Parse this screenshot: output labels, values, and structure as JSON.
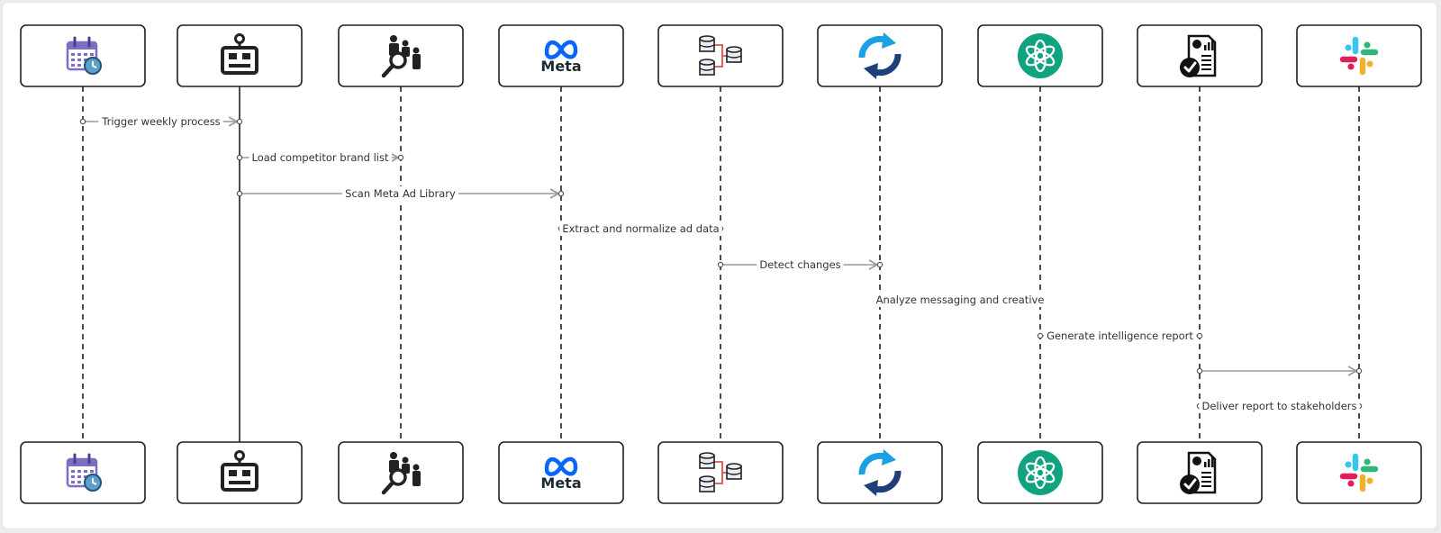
{
  "diagram": {
    "type": "sequence",
    "participants": [
      {
        "icon": "calendar-clock-icon"
      },
      {
        "icon": "robot-icon"
      },
      {
        "icon": "competitor-research-icon"
      },
      {
        "icon": "meta-logo",
        "logo_text": "Meta"
      },
      {
        "icon": "database-network-icon"
      },
      {
        "icon": "sync-arrows-icon"
      },
      {
        "icon": "openai-icon"
      },
      {
        "icon": "report-check-icon"
      },
      {
        "icon": "slack-icon"
      }
    ],
    "messages": [
      {
        "from": 0,
        "to": 1,
        "label": "Trigger weekly process"
      },
      {
        "from": 1,
        "to": 2,
        "label": "Load competitor brand list"
      },
      {
        "from": 1,
        "to": 3,
        "label": "Scan Meta Ad Library"
      },
      {
        "from": 3,
        "to": 4,
        "label": "Extract and normalize ad data"
      },
      {
        "from": 4,
        "to": 5,
        "label": "Detect changes"
      },
      {
        "from": 5,
        "to": 6,
        "label": "Analyze messaging and creative"
      },
      {
        "from": 6,
        "to": 7,
        "label": "Generate intelligence report"
      },
      {
        "from": 7,
        "to": 8,
        "label": ""
      },
      {
        "from": 7,
        "to": 8,
        "label": "Deliver report to stakeholders"
      }
    ],
    "colors": {
      "border": "#1f1f1f",
      "lifeline": "#1f1f1f",
      "arrow": "#9a9a9a",
      "label": "#333333",
      "calendar": "#7b6fc4",
      "calendar_clock": "#5aa1c9",
      "meta_blue": "#0866ff",
      "db_line": "#d9534f",
      "sync_light": "#1ba1e2",
      "sync_dark": "#1f3f7a",
      "openai_green": "#10a37f",
      "slack_red": "#e01e5a",
      "slack_blue": "#36c5f0",
      "slack_green": "#2eb67d",
      "slack_yellow": "#ecb22e"
    }
  }
}
